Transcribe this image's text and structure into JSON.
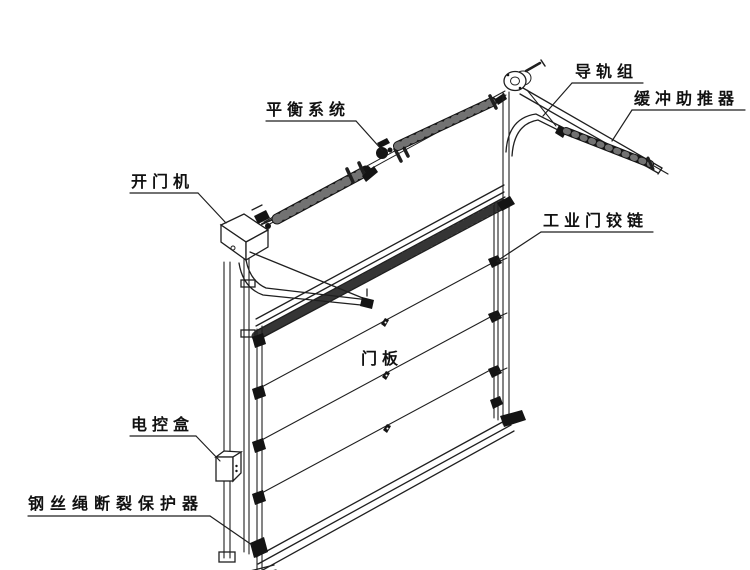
{
  "diagram": {
    "type": "industrial-sectional-door-exploded-view",
    "labels": {
      "balance_system": "平衡系统",
      "door_opener": "开门机",
      "rail_group": "导轨组",
      "buffer_booster": "缓冲助推器",
      "industrial_door_hinge": "工业门铰链",
      "door_panel": "门板",
      "electric_control_box": "电控盒",
      "wire_rope_break_protector": "钢丝绳断裂保护器"
    },
    "colors": {
      "line": "#1f1f1f",
      "dark_fill": "#141414",
      "background": "#ffffff",
      "text": "#111111"
    }
  }
}
